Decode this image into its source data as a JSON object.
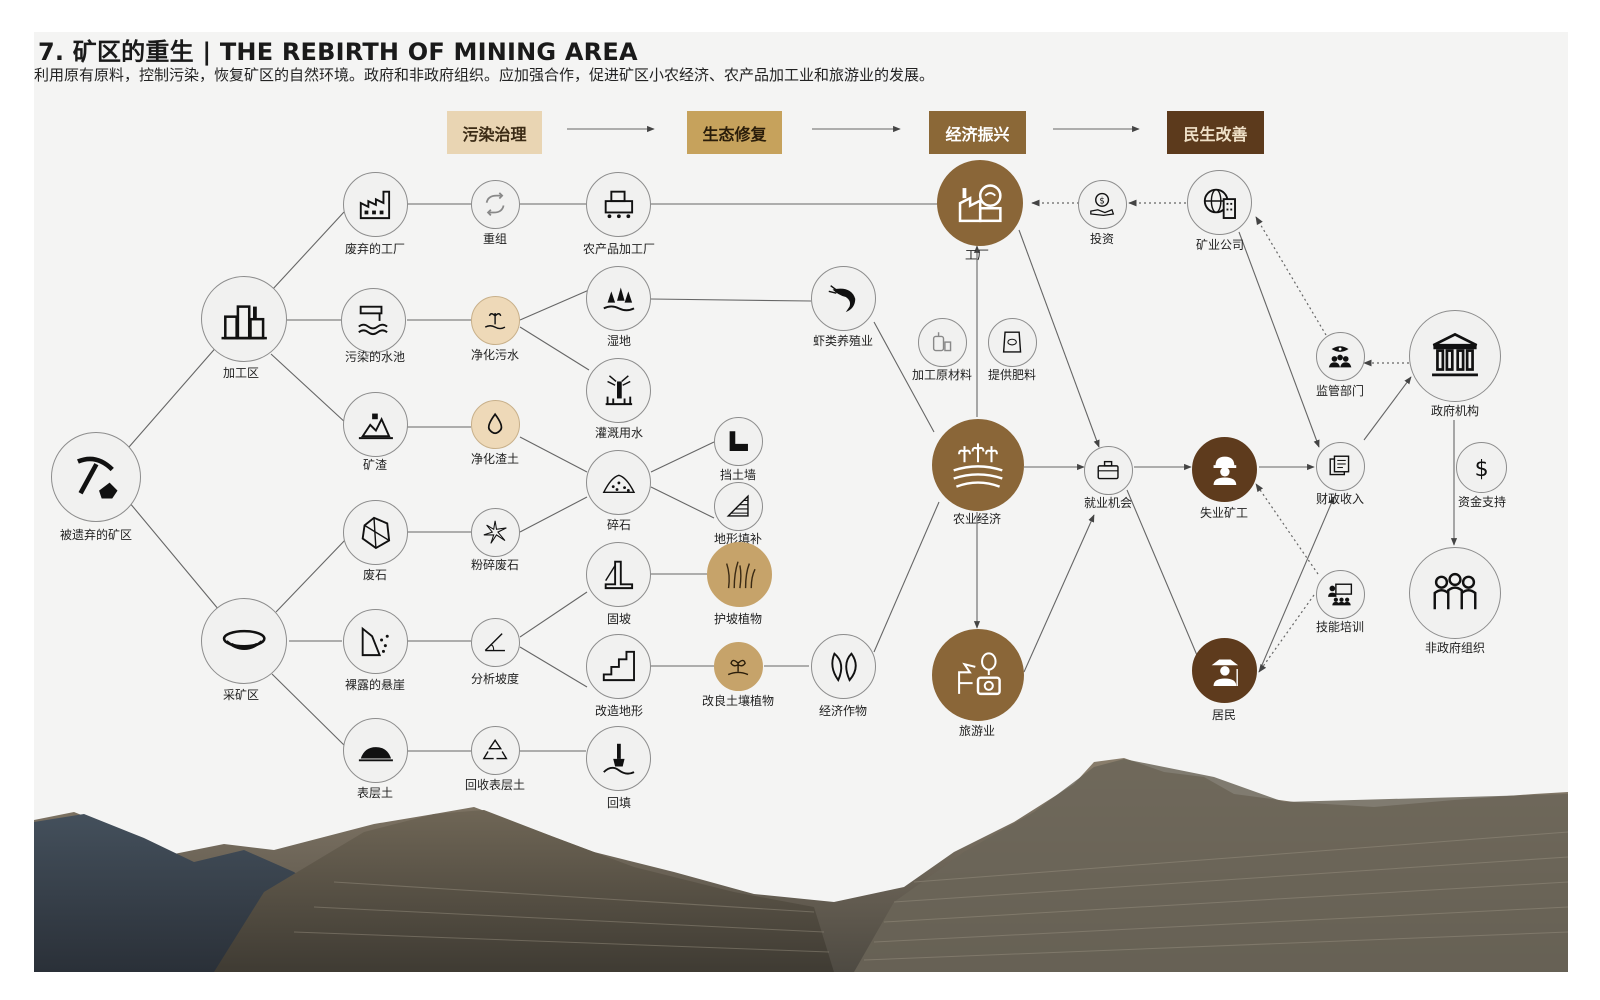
{
  "title": "7. 矿区的重生 | THE REBIRTH OF MINING AREA",
  "subtitle": "利用原有原料，控制污染，恢复矿区的自然环境。政府和非政府组织。应加强合作，促进矿区小农经济、农产品加工业和旅游业的发展。",
  "colors": {
    "stage1": "#e9d5b3",
    "stage2": "#c6a25c",
    "stage3": "#8b6837",
    "stage4": "#5c3a1c",
    "node_border": "#8d8d8d",
    "link": "#555555"
  },
  "stages": [
    {
      "id": "s1",
      "label": "污染治理"
    },
    {
      "id": "s2",
      "label": "生态修复"
    },
    {
      "id": "s3",
      "label": "经济振兴"
    },
    {
      "id": "s4",
      "label": "民生改善"
    }
  ],
  "nodes": {
    "n1": {
      "label": "被遗弃的矿区",
      "icon": "pickaxe-icon"
    },
    "n2": {
      "label": "加工区",
      "icon": "city-icon"
    },
    "n3": {
      "label": "采矿区",
      "icon": "pit-icon"
    },
    "n4": {
      "label": "废弃的工厂",
      "icon": "factory-icon"
    },
    "n5": {
      "label": "污染的水池",
      "icon": "pipe-icon"
    },
    "n6": {
      "label": "矿渣",
      "icon": "slag-icon"
    },
    "n7": {
      "label": "废石",
      "icon": "rock-icon"
    },
    "n8": {
      "label": "裸露的悬崖",
      "icon": "cliff-icon"
    },
    "n9": {
      "label": "表层土",
      "icon": "soil-icon"
    },
    "n10": {
      "label": "重组",
      "icon": "recycle-arrows-icon"
    },
    "n11": {
      "label": "净化污水",
      "icon": "water-plant-icon"
    },
    "n12": {
      "label": "净化渣土",
      "icon": "drop-icon"
    },
    "n13": {
      "label": "粉碎废石",
      "icon": "crack-icon"
    },
    "n14": {
      "label": "分析坡度",
      "icon": "angle-icon"
    },
    "n15": {
      "label": "回收表层土",
      "icon": "recycle-icon"
    },
    "n16": {
      "label": "农产品加工厂",
      "icon": "machine-icon"
    },
    "n17": {
      "label": "湿地",
      "icon": "trees-icon"
    },
    "n18": {
      "label": "灌溉用水",
      "icon": "sprinkler-icon"
    },
    "n19": {
      "label": "碎石",
      "icon": "gravel-icon"
    },
    "n20": {
      "label": "固坡",
      "icon": "wall-icon"
    },
    "n21": {
      "label": "改造地形",
      "icon": "stairs-icon"
    },
    "n22": {
      "label": "回填",
      "icon": "shovel-icon"
    },
    "n23": {
      "label": "挡土墙",
      "icon": "retaining-icon"
    },
    "n24": {
      "label": "地形填补",
      "icon": "steps-icon"
    },
    "n25": {
      "label": "护坡植物",
      "icon": "grass-icon"
    },
    "n26": {
      "label": "改良土壤植物",
      "icon": "sprout-icon"
    },
    "n27": {
      "label": "虾类养殖业",
      "icon": "shrimp-icon"
    },
    "n28": {
      "label": "经济作物",
      "icon": "bean-icon"
    },
    "n29": {
      "label": "工厂",
      "icon": "eco-factory-icon"
    },
    "n30": {
      "label": "加工原材料",
      "icon": "tank-icon"
    },
    "n31": {
      "label": "提供肥料",
      "icon": "fertilizer-icon"
    },
    "n32": {
      "label": "农业经济",
      "icon": "crop-field-icon"
    },
    "n33": {
      "label": "旅游业",
      "icon": "tourism-icon"
    },
    "n34": {
      "label": "投资",
      "icon": "money-hand-icon"
    },
    "n35": {
      "label": "矿业公司",
      "icon": "globe-building-icon"
    },
    "n36": {
      "label": "就业机会",
      "icon": "briefcase-icon"
    },
    "n37": {
      "label": "失业矿工",
      "icon": "miner-icon"
    },
    "n38": {
      "label": "居民",
      "icon": "farmer-icon"
    },
    "n39": {
      "label": "监管部门",
      "icon": "supervisor-icon"
    },
    "n40": {
      "label": "财政收入",
      "icon": "finance-icon"
    },
    "n41": {
      "label": "技能培训",
      "icon": "training-icon"
    },
    "n42": {
      "label": "政府机构",
      "icon": "government-icon"
    },
    "n43": {
      "label": "资金支持",
      "icon": "dollar-icon"
    },
    "n44": {
      "label": "非政府组织",
      "icon": "people-icon"
    }
  }
}
